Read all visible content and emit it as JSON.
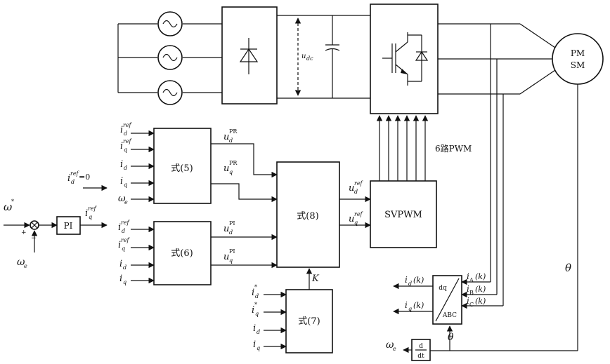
{
  "power": {
    "dc_label": "u",
    "dc_sub": "dc",
    "motor_line1": "PM",
    "motor_line2": "SM",
    "pwm_label": "6路PWM"
  },
  "blocks": {
    "pr_block": "式(5)",
    "pi_block": "式(6)",
    "k_block": "式(7)",
    "sel_block": "式(8)",
    "svpwm": "SVPWM",
    "pi": "PI",
    "dq_top": "dq",
    "dq_bottom": "ABC",
    "deriv_num": "d",
    "deriv_den": "dt"
  },
  "signals": {
    "i": "i",
    "u": "u",
    "d": "d",
    "q": "q",
    "ref": "ref",
    "star": "*",
    "PR": "PR",
    "PI": "PI",
    "K": "K",
    "theta": "θ",
    "omega": "ω",
    "e": "e",
    "id_eq": "=0",
    "plus": "+",
    "minus": "−",
    "A": "A",
    "B": "B",
    "C": "C",
    "k_arg": "(k)"
  }
}
